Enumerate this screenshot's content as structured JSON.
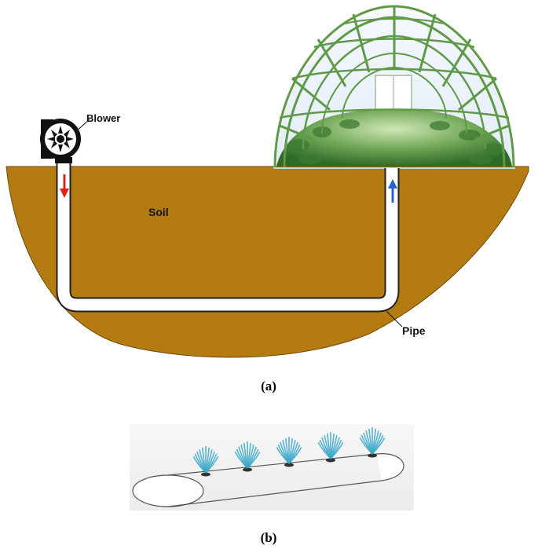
{
  "figure_a": {
    "caption": "(a)",
    "labels": {
      "blower": "Blower",
      "soil": "Soil",
      "pipe": "Pipe"
    },
    "colors": {
      "soil": "#b47b12",
      "pipe": "#ffffff",
      "frame": "#5e9a48",
      "foliage": "#4f8a3c",
      "arrow_down": "#e0231a",
      "arrow_up": "#2a5fd6"
    }
  },
  "figure_b": {
    "caption": "(b)",
    "sprinkler_count": 5,
    "colors": {
      "spray": "#3aa8c9",
      "panel": "#f1f2f2"
    }
  }
}
